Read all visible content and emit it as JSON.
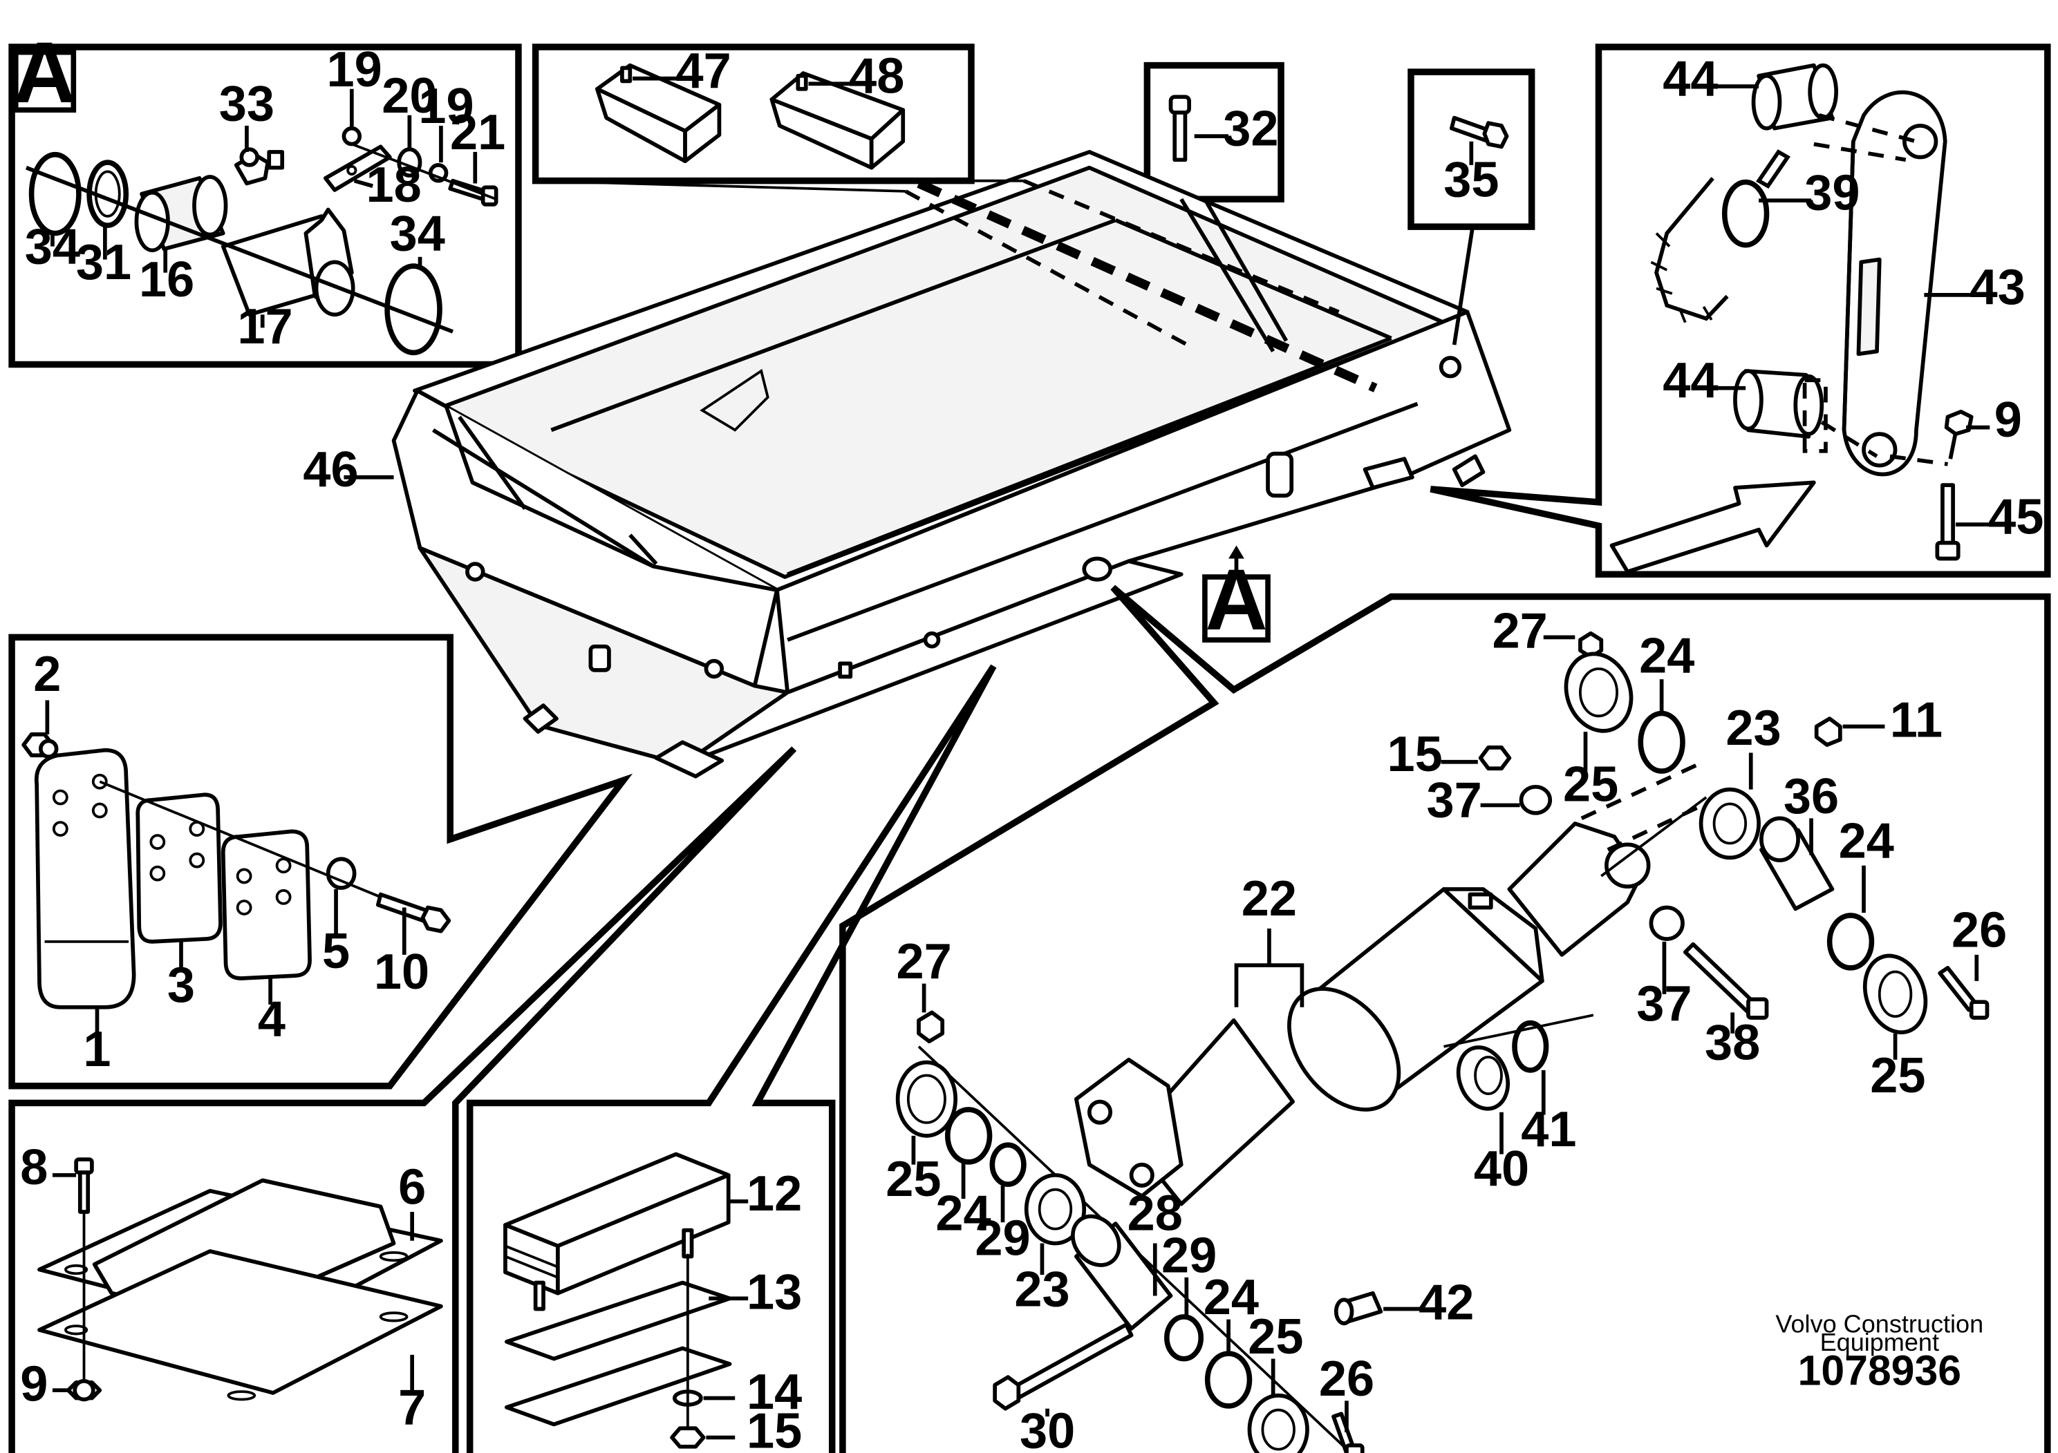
{
  "detail_marker": "A",
  "footer": {
    "brand_line1": "Volvo Construction",
    "brand_line2": "Equipment",
    "drawing_number": "1078936"
  },
  "callouts": {
    "c1": "1",
    "c2": "2",
    "c3": "3",
    "c4": "4",
    "c5": "5",
    "c6": "6",
    "c7": "7",
    "c8": "8",
    "c9": "9",
    "c10": "10",
    "c11": "11",
    "c12": "12",
    "c13": "13",
    "c14": "14",
    "c15": "15",
    "c16": "16",
    "c17": "17",
    "c18": "18",
    "c19": "19",
    "c20": "20",
    "c21": "21",
    "c22": "22",
    "c23": "23",
    "c24": "24",
    "c25": "25",
    "c26": "26",
    "c27": "27",
    "c28": "28",
    "c29": "29",
    "c30": "30",
    "c31": "31",
    "c32": "32",
    "c33": "33",
    "c34": "34",
    "c35": "35",
    "c36": "36",
    "c37": "37",
    "c38": "38",
    "c39": "39",
    "c40": "40",
    "c41": "41",
    "c42": "42",
    "c43": "43",
    "c44": "44",
    "c45": "45",
    "c46": "46",
    "c47": "47",
    "c48": "48"
  }
}
